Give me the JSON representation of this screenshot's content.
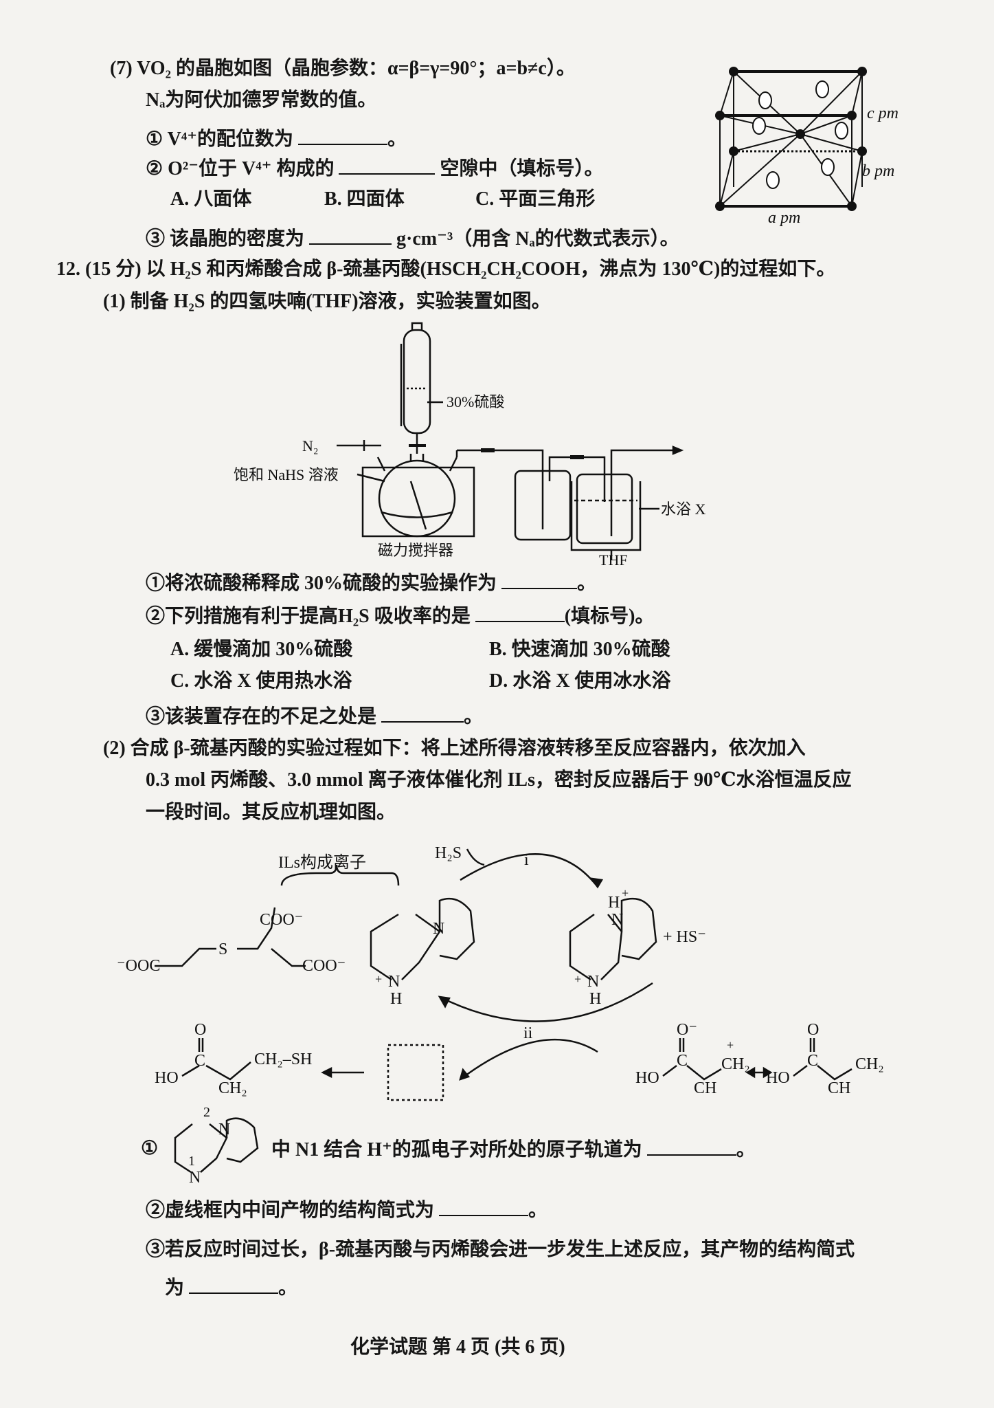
{
  "q7": {
    "line1": "(7) VO₂ 的晶胞如图（晶胞参数：α=β=γ=90°；a=b≠c）。",
    "line2": "Nₐ为阿伏加德罗常数的值。",
    "sub1_pre": "① V⁴⁺的配位数为",
    "sub1_post": "。",
    "sub2_pre": "② O²⁻位于 V⁴⁺ 构成的",
    "sub2_post": "空隙中（填标号）。",
    "options": [
      "A. 八面体",
      "B. 四面体",
      "C. 平面三角形"
    ],
    "sub3_pre": "③ 该晶胞的密度为",
    "sub3_post": "g·cm⁻³（用含 Nₐ的代数式表示）。",
    "figure_labels": {
      "c": "c pm",
      "b": "b pm",
      "a": "a pm"
    }
  },
  "q12": {
    "title": "12. (15 分) 以 H₂S 和丙烯酸合成 β-巯基丙酸(HSCH₂CH₂COOH，沸点为 130℃)的过程如下。",
    "part1": "(1) 制备 H₂S 的四氢呋喃(THF)溶液，实验装置如图。",
    "apparatus_labels": {
      "acid": "30%硫酸",
      "n2": "N₂",
      "nahs": "饱和 NaHS 溶液",
      "stirrer": "磁力搅拌器",
      "bath": "水浴 X",
      "thf": "THF"
    },
    "p1_q1_pre": "①将浓硫酸稀释成 30%硫酸的实验操作为",
    "p1_q1_post": "。",
    "p1_q2_pre": "②下列措施有利于提高H₂S 吸收率的是",
    "p1_q2_post": "(填标号)。",
    "p1_options": [
      "A. 缓慢滴加 30%硫酸",
      "B. 快速滴加 30%硫酸",
      "C. 水浴 X 使用热水浴",
      "D. 水浴 X 使用冰水浴"
    ],
    "p1_q3_pre": "③该装置存在的不足之处是",
    "p1_q3_post": "。",
    "part2_l1": "(2) 合成 β-巯基丙酸的实验过程如下：将上述所得溶液转移至反应容器内，依次加入",
    "part2_l2": "0.3 mol 丙烯酸、3.0 mmol 离子液体催化剂 ILs，密封反应器后于 90℃水浴恒温反应",
    "part2_l3": "一段时间。其反应机理如图。",
    "mechanism_labels": {
      "ils": "ILs构成离子",
      "h2s": "H₂S",
      "step_i": "i",
      "step_ii": "ii",
      "hs": "+ HS⁻"
    },
    "p2_q1_post": "中 N1 结合 H⁺的孤电子对所处的原子轨道为",
    "p2_q1_end": "。",
    "p2_q1_num": "①",
    "p2_q2_pre": "②虚线框内中间产物的结构简式为",
    "p2_q2_post": "。",
    "p2_q3_l1": "③若反应时间过长，β-巯基丙酸与丙烯酸会进一步发生上述反应，其产物的结构简式",
    "p2_q3_l2": "为",
    "p2_q3_post": "。"
  },
  "footer": "化学试题  第 4 页  (共 6 页)"
}
